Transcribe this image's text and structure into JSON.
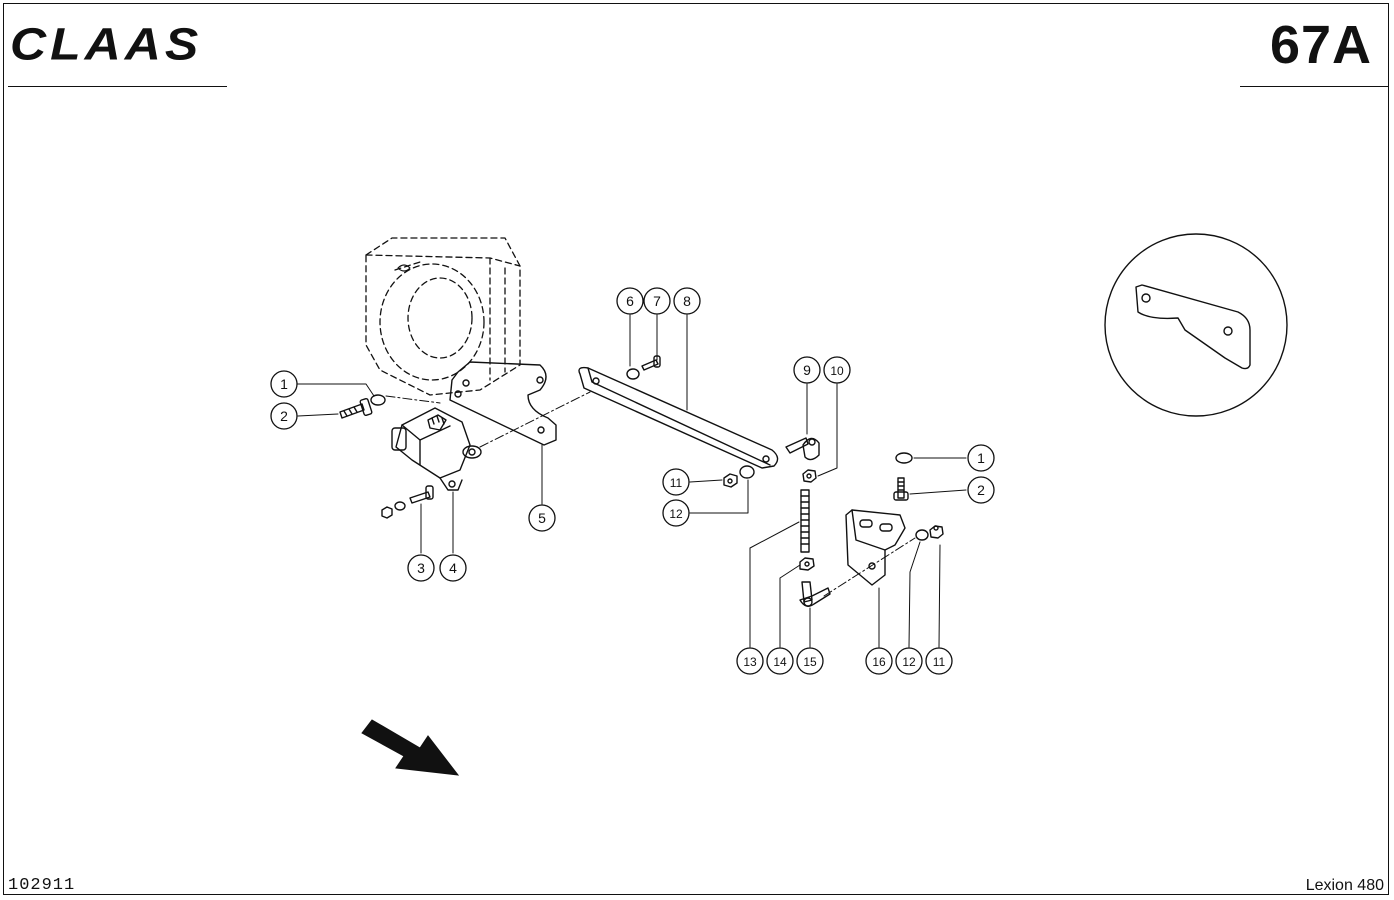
{
  "header": {
    "brand": "CLAAS",
    "page_number": "67A"
  },
  "footer": {
    "document_number": "102911",
    "model": "Lexion 480"
  },
  "diagram": {
    "callouts": [
      {
        "id": "c1a",
        "label": "1"
      },
      {
        "id": "c2a",
        "label": "2"
      },
      {
        "id": "c3",
        "label": "3"
      },
      {
        "id": "c4",
        "label": "4"
      },
      {
        "id": "c5",
        "label": "5"
      },
      {
        "id": "c6",
        "label": "6"
      },
      {
        "id": "c7",
        "label": "7"
      },
      {
        "id": "c8",
        "label": "8"
      },
      {
        "id": "c9",
        "label": "9"
      },
      {
        "id": "c10",
        "label": "10"
      },
      {
        "id": "c11a",
        "label": "11"
      },
      {
        "id": "c12a",
        "label": "12"
      },
      {
        "id": "c1b",
        "label": "1"
      },
      {
        "id": "c2b",
        "label": "2"
      },
      {
        "id": "c13",
        "label": "13"
      },
      {
        "id": "c14",
        "label": "14"
      },
      {
        "id": "c15",
        "label": "15"
      },
      {
        "id": "c16",
        "label": "16"
      },
      {
        "id": "c12b",
        "label": "12"
      },
      {
        "id": "c11b",
        "label": "11"
      }
    ]
  }
}
